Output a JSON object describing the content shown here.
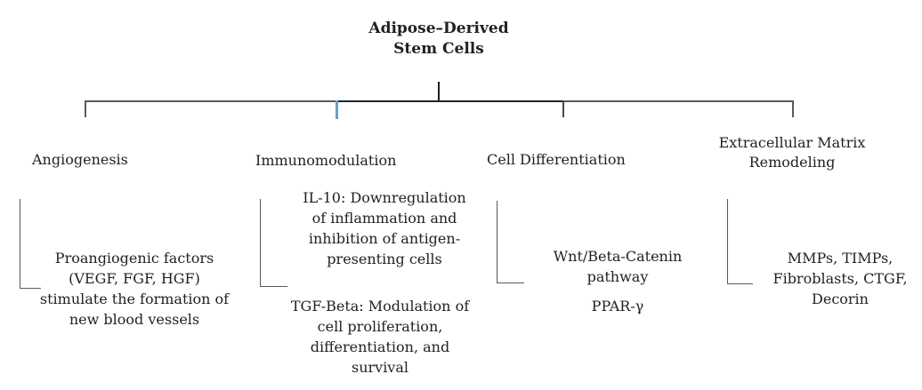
{
  "colors": {
    "background": "#ffffff",
    "text": "#231f20",
    "line_gray": "#595a5c",
    "line_dark": "#1a252e",
    "tick_blue": "#6f9dc4"
  },
  "root": {
    "title": "Adipose–Derived\nStem Cells"
  },
  "branches": [
    {
      "label": "Angiogenesis",
      "notes": [
        "Proangiogenic factors\n(VEGF, FGF, HGF)\nstimulate the formation of\nnew blood vessels"
      ]
    },
    {
      "label": "Immunomodulation",
      "notes": [
        "IL-10: Downregulation\nof inflammation and\ninhibition of antigen-\npresenting cells",
        "TGF-Beta: Modulation of\ncell proliferation,\ndifferentiation, and\nsurvival"
      ]
    },
    {
      "label": "Cell Differentiation",
      "notes": [
        "Wnt/Beta-Catenin\npathway",
        "PPAR-γ"
      ]
    },
    {
      "label": "Extracellular Matrix\nRemodeling",
      "notes": [
        "MMPs, TIMPs,\nFibroblasts, CTGF,\nDecorin"
      ]
    }
  ]
}
